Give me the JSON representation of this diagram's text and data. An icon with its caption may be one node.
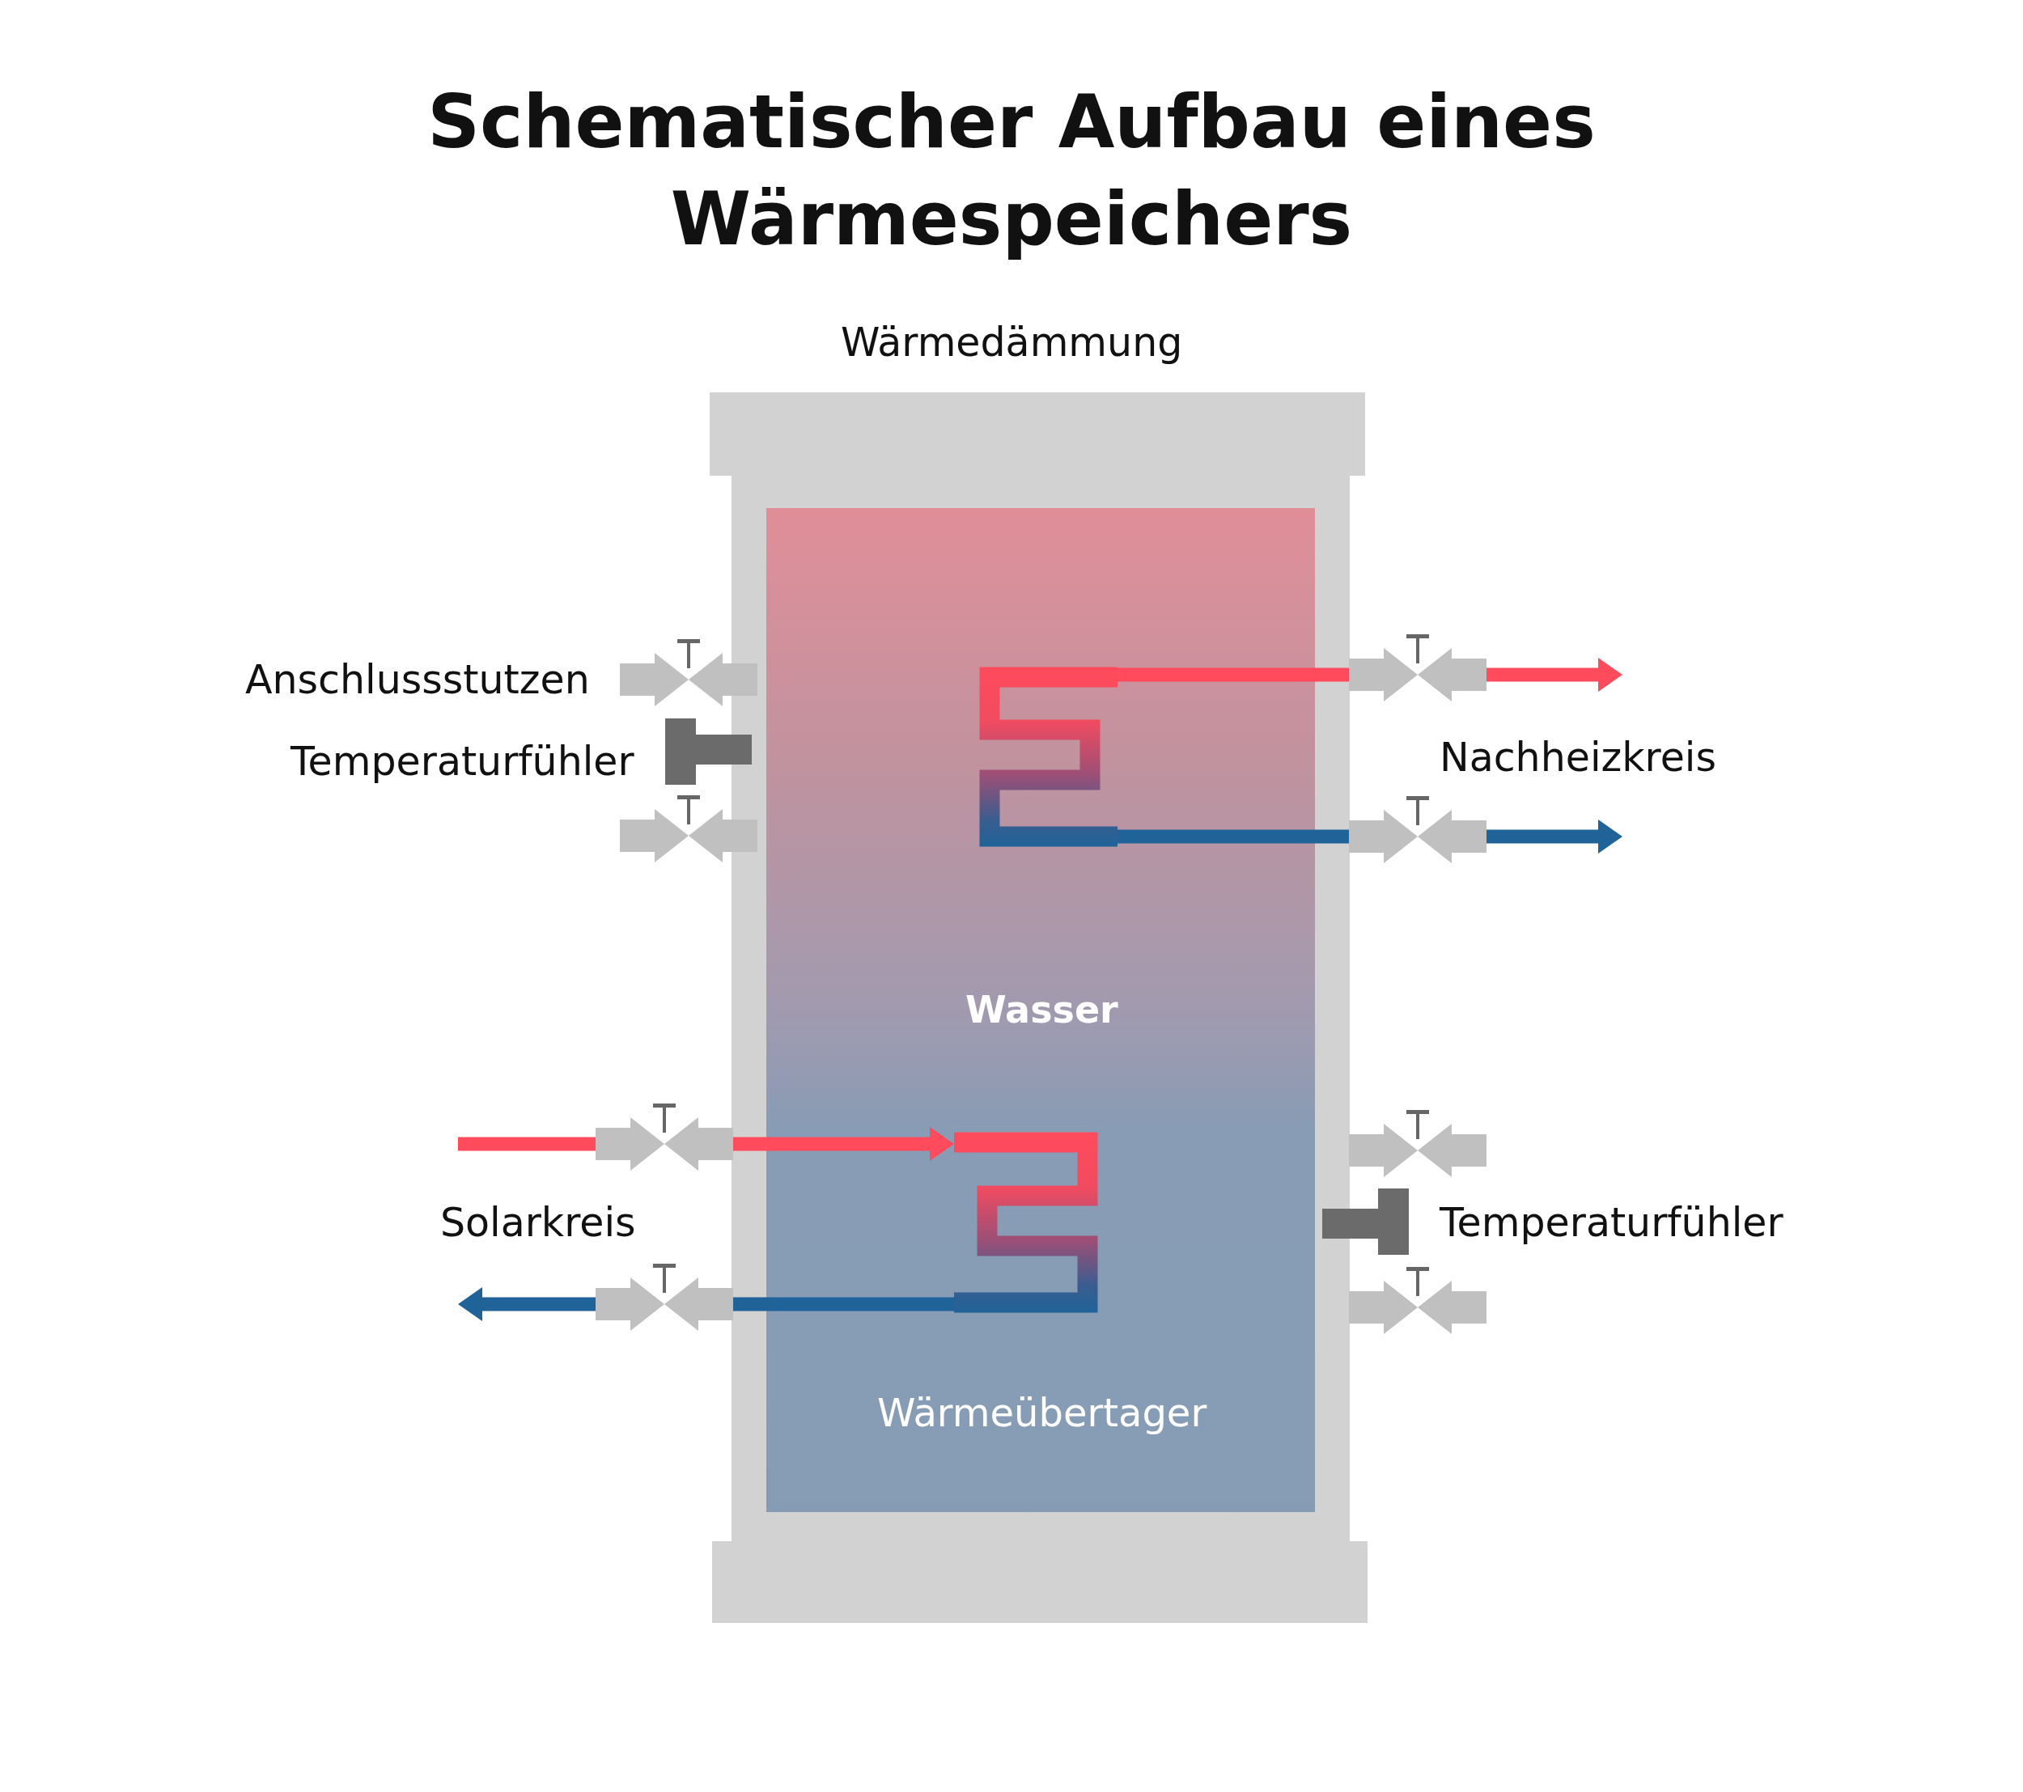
{
  "diagram": {
    "title": "Schematischer Aufbau eines Wärmespeichers",
    "nodes": [
      {
        "text": [
          "Wärmedämmung"
        ]
      },
      {
        "text": [
          "Wasser"
        ],
        "in": 0
      },
      {
        "text": [],
        "shape": "coil",
        "in": 1
      },
      {
        "text": [],
        "shape": "coil",
        "in": 1,
        "beside": [
          "Wärmeübertager"
        ]
      }
    ],
    "edges": [
      {
        "from": 2,
        "to": null,
        "arrow": "to",
        "color": "#ff4b5c"
      },
      {
        "from": 2,
        "to": null,
        "arrow": "to",
        "color": "#1f6399"
      },
      {
        "from": null,
        "to": 3,
        "arrow": "to",
        "color": "#ff4b5c"
      },
      {
        "from": 3,
        "to": null,
        "arrow": "to",
        "color": "#1f6399"
      }
    ],
    "labels": [
      "Anschlussstutzen",
      "Temperaturfühler",
      "Nachheizkreis",
      "Solarkreis",
      "Temperaturfühler"
    ]
  }
}
